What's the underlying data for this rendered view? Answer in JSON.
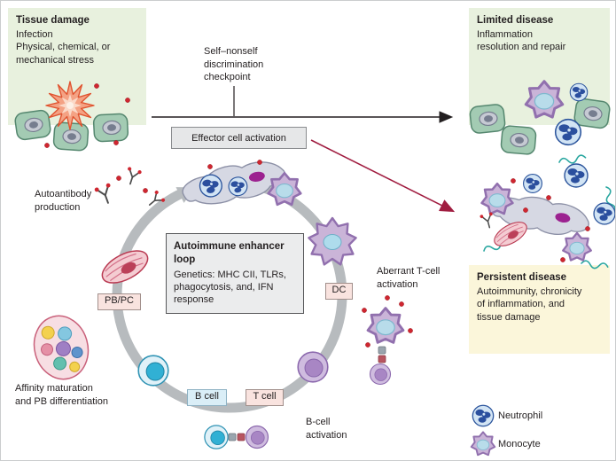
{
  "boxes": {
    "tissue_damage": {
      "title": "Tissue damage",
      "body": "Infection\nPhysical, chemical, or\nmechanical stress"
    },
    "limited_disease": {
      "title": "Limited disease",
      "body": "Inflammation\nresolution and repair"
    },
    "persistent_disease": {
      "title": "Persistent disease",
      "body": "Autoimmunity, chronicity\nof inflammation, and\ntissue damage"
    },
    "checkpoint": {
      "label": "Self–nonself\ndiscrimination\ncheckpoint"
    },
    "effector": {
      "label": "Effector cell activation"
    },
    "enhancer": {
      "title": "Autoimmune enhancer\nloop",
      "body": "Genetics: MHC CII, TLRs,\nphagocytosis, and, IFN\nresponse"
    }
  },
  "loop_labels": {
    "pbpc": "PB/PC",
    "b_cell": "B cell",
    "t_cell": "T cell",
    "dc": "DC"
  },
  "annotations": {
    "autoantibody": "Autoantibody\nproduction",
    "affinity": "Affinity maturation\nand PB differentiation",
    "b_cell_activation": "B-cell\nactivation",
    "aberrant_t_cell": "Aberrant T-cell\nactivation"
  },
  "legend": {
    "neutrophil": "Neutrophil",
    "monocyte": "Monocyte"
  },
  "colors": {
    "green_box": "#e8f1de",
    "yellow_box": "#fbf6da",
    "gray_box": "#e6e7e8",
    "pink_label": "#f9e3df",
    "blue_label": "#daeef7",
    "ring": "#b7bbbe",
    "red_arrow": "#a01d40",
    "text": "#231f20"
  }
}
